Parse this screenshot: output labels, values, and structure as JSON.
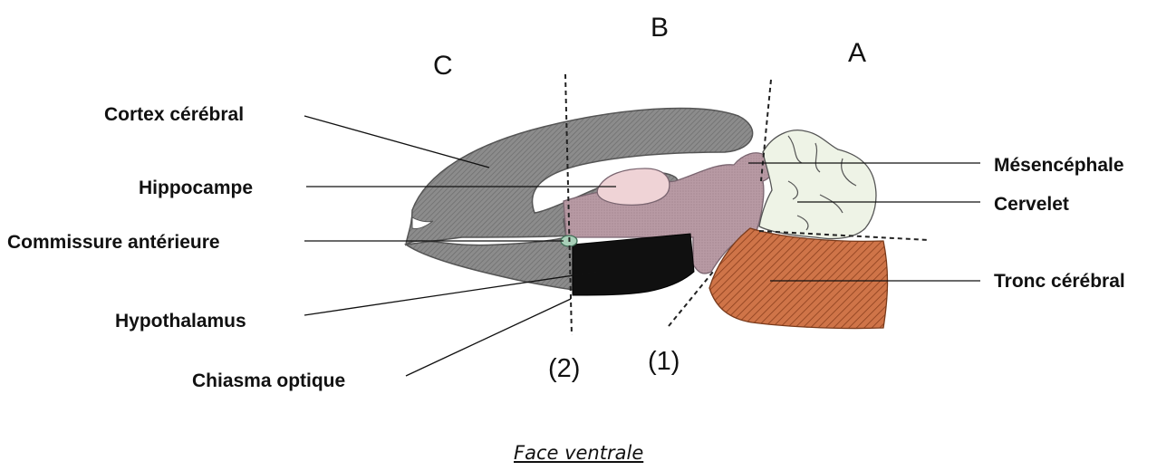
{
  "regions": {
    "a": "A",
    "b": "B",
    "c": "C"
  },
  "cuts": {
    "cut1": "(1)",
    "cut2": "(2)"
  },
  "labels_left": {
    "cortex": "Cortex cérébral",
    "hippocampe": "Hippocampe",
    "commissure": "Commissure antérieure",
    "hypothalamus": "Hypothalamus",
    "chiasma": "Chiasma optique"
  },
  "labels_right": {
    "mesencephale": "Mésencéphale",
    "cervelet": "Cervelet",
    "tronc": "Tronc cérébral"
  },
  "caption": "Face ventrale",
  "colors": {
    "cortex": "#8c8c8c",
    "hippocampe": "#efd3d6",
    "diencephale": "#b89aa4",
    "hypothalamus": "#101010",
    "commissure": "#a8cfb8",
    "cervelet": "#eef3e6",
    "tronc": "#c8683e"
  }
}
